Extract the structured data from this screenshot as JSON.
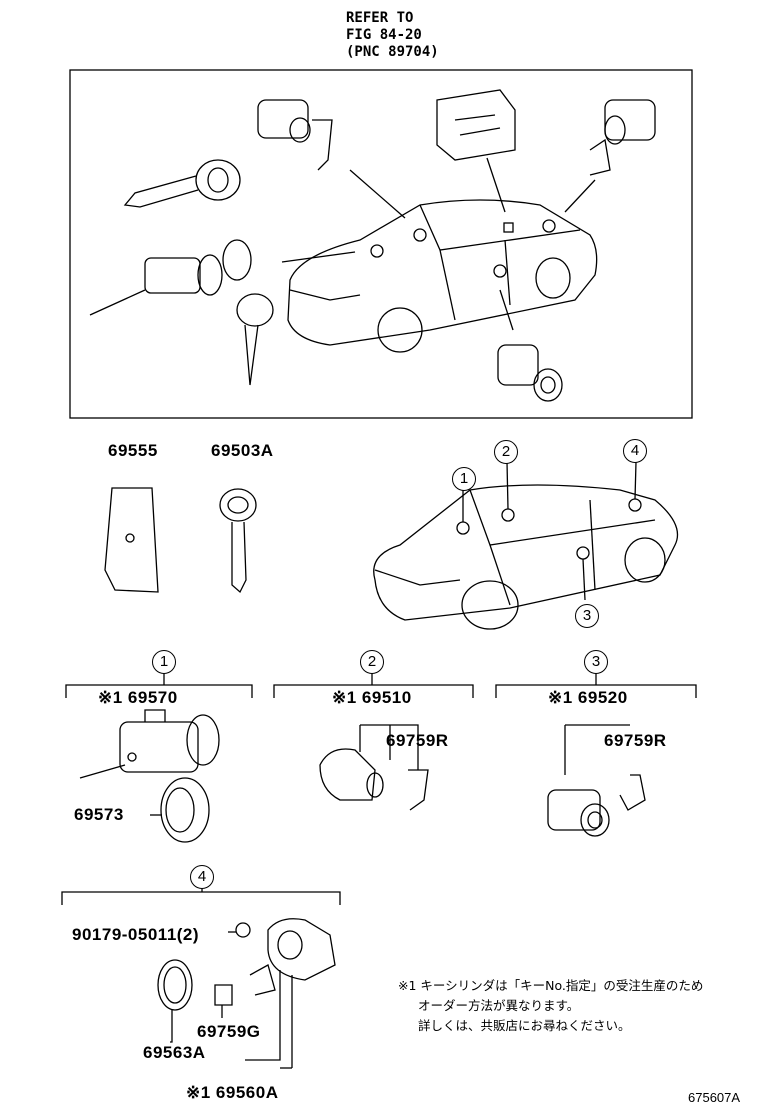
{
  "refer": {
    "line1": "REFER TO",
    "line2": "FIG 84-20",
    "line3": "(PNC 89704)"
  },
  "parts": {
    "p69555": "69555",
    "p69503a": "69503A",
    "p69570": "※1 69570",
    "p69573": "69573",
    "p69510": "※1 69510",
    "p69759r_a": "69759R",
    "p69520": "※1 69520",
    "p69759r_b": "69759R",
    "p90179": "90179-05011(2)",
    "p69759g": "69759G",
    "p69563a": "69563A",
    "p69560a": "※1 69560A"
  },
  "callouts": {
    "c1": "1",
    "c2": "2",
    "c3": "3",
    "c4": "4"
  },
  "note": {
    "line1": "※1 キーシリンダは「キーNo.指定」の受注生産のため",
    "line2": "オーダー方法が異なります。",
    "line3": "詳しくは、共販店にお尋ねください。"
  },
  "figure_id": "675607A"
}
